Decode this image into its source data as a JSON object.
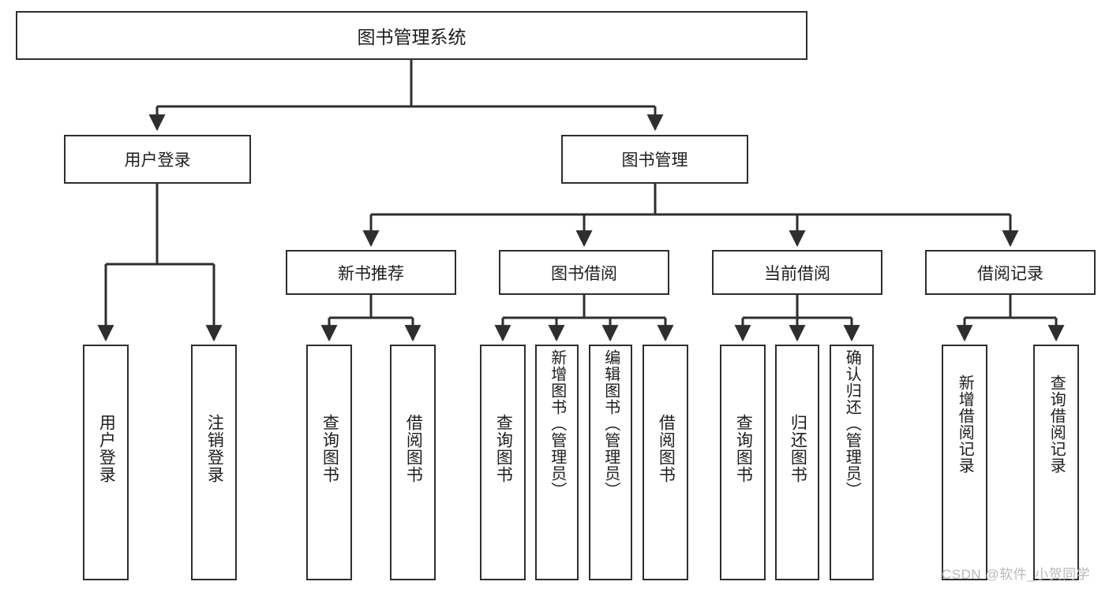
{
  "diagram": {
    "type": "tree",
    "title": "图书管理系统",
    "watermark": "CSDN @软件_小贺同学",
    "root": {
      "label": "图书管理系统"
    },
    "level2": [
      {
        "id": "user-login",
        "label": "用户登录"
      },
      {
        "id": "book-management",
        "label": "图书管理"
      }
    ],
    "level3": [
      {
        "id": "new-book-recommend",
        "label": "新书推荐",
        "parent": "book-management"
      },
      {
        "id": "book-borrow",
        "label": "图书借阅",
        "parent": "book-management"
      },
      {
        "id": "current-borrow",
        "label": "当前借阅",
        "parent": "book-management"
      },
      {
        "id": "borrow-record",
        "label": "借阅记录",
        "parent": "book-management"
      }
    ],
    "leaves": [
      {
        "id": "leaf-user-login",
        "label": "用户登录",
        "parent": "user-login"
      },
      {
        "id": "leaf-logout-login",
        "label": "注销登录",
        "parent": "user-login"
      },
      {
        "id": "leaf-query-book-1",
        "label": "查询图书",
        "parent": "new-book-recommend"
      },
      {
        "id": "leaf-borrow-book-1",
        "label": "借阅图书",
        "parent": "new-book-recommend"
      },
      {
        "id": "leaf-query-book-2",
        "label": "查询图书",
        "parent": "book-borrow"
      },
      {
        "id": "leaf-add-book",
        "label": "新增图书（管理员）",
        "parent": "book-borrow"
      },
      {
        "id": "leaf-edit-book",
        "label": "编辑图书（管理员）",
        "parent": "book-borrow"
      },
      {
        "id": "leaf-borrow-book-2",
        "label": "借阅图书",
        "parent": "book-borrow"
      },
      {
        "id": "leaf-query-book-3",
        "label": "查询图书",
        "parent": "current-borrow"
      },
      {
        "id": "leaf-return-book",
        "label": "归还图书",
        "parent": "current-borrow"
      },
      {
        "id": "leaf-confirm-return",
        "label": "确认归还（管理员）",
        "parent": "current-borrow"
      },
      {
        "id": "leaf-add-record",
        "label": "新增借阅记录",
        "parent": "borrow-record"
      },
      {
        "id": "leaf-query-record",
        "label": "查询借阅记录",
        "parent": "borrow-record"
      }
    ],
    "colors": {
      "stroke": "#2e2e2e",
      "text": "#1d1d1d",
      "background": "#ffffff",
      "watermark": "#b9b9b9"
    }
  }
}
